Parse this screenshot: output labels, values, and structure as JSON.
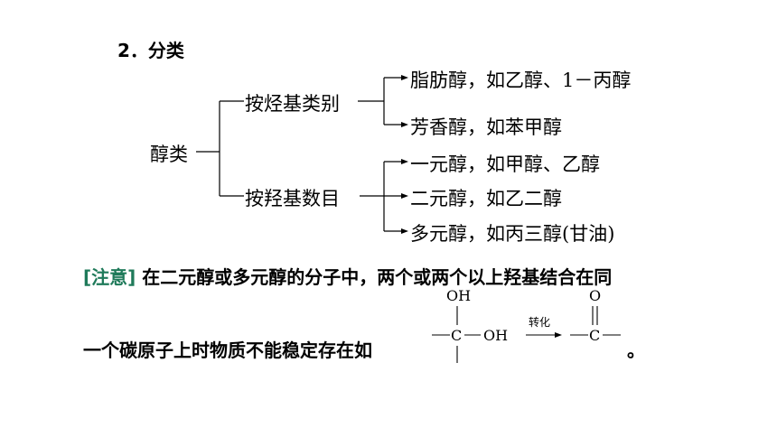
{
  "section": {
    "number": "2．",
    "title": "分类"
  },
  "tree": {
    "root": "醇类",
    "branches": [
      {
        "label": "按烃基类别",
        "leaves": [
          "脂肪醇，如乙醇、1－丙醇",
          "芳香醇，如苯甲醇"
        ]
      },
      {
        "label": "按羟基数目",
        "leaves": [
          "一元醇，如甲醇、乙醇",
          "二元醇，如乙二醇",
          "多元醇，如丙三醇(甘油)"
        ]
      }
    ]
  },
  "note": {
    "tag": "[注意]",
    "line1": "在二元醇或多元醇的分子中，两个或两个以上羟基结合在同",
    "line2": "一个碳原子上时物质不能稳定存在如",
    "end": "。"
  },
  "formula": {
    "oh_top": "OH",
    "carbon_left": "C",
    "oh_right": "OH",
    "arrow_label": "转化",
    "oxygen": "O",
    "carbon_right": "C"
  }
}
